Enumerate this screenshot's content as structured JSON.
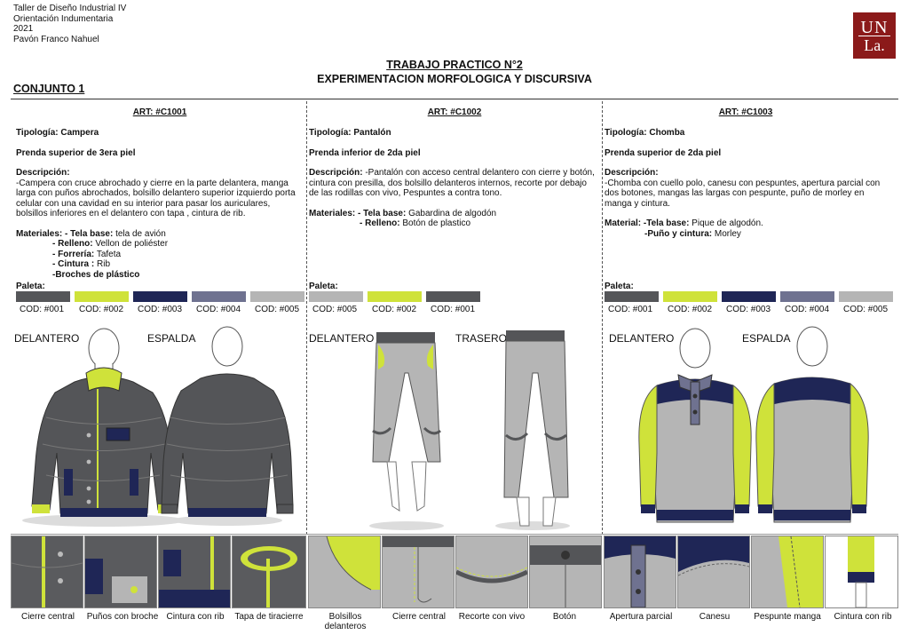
{
  "header": {
    "course": "Taller de Diseño Industrial IV",
    "orientation": "Orientación Indumentaria",
    "year": "2021",
    "student": "Pavón Franco Nahuel",
    "logo_top": "UN",
    "logo_bottom": "La."
  },
  "title": {
    "line1": "TRABAJO PRACTICO N°2",
    "line2": "EXPERIMENTACION MORFOLOGICA Y DISCURSIVA"
  },
  "section_label": "CONJUNTO 1",
  "colors": {
    "c001": "#555659",
    "c002": "#cfe23a",
    "c003": "#1f2656",
    "c004": "#6f7290",
    "c005": "#b5b5b5"
  },
  "articles": [
    {
      "art": "ART: #C1001",
      "tipologia_label": "Tipología: Campera",
      "prenda": "Prenda superior de 3era piel",
      "desc_label": "Descripción:",
      "desc": "-Campera con cruce abrochado y cierre en la parte delantera, manga larga con puños abrochados, bolsillo delantero superior izquierdo porta celular con una cavidad en su interior para pasar los auriculares, bolsillos inferiores en el delantero con tapa , cintura de rib.",
      "materials": [
        {
          "label": "Materiales: - Tela base:",
          "value": " tela de avión"
        },
        {
          "label": "- Relleno:",
          "value": " Vellon de poliéster"
        },
        {
          "label": "- Forrería:",
          "value": " Tafeta"
        },
        {
          "label": "- Cintura :",
          "value": " Rib"
        },
        {
          "label": "-Broches de plástico",
          "value": ""
        }
      ],
      "paleta": "Paleta:",
      "codes": [
        "COD: #001",
        "COD: #002",
        "COD: #003",
        "COD: #004",
        "COD: #005"
      ],
      "view_left": "DELANTERO",
      "view_right": "ESPALDA",
      "details": [
        "Cierre central",
        "Puños con broche",
        "Cintura con rib",
        "Tapa de tiracierre"
      ]
    },
    {
      "art": "ART: #C1002",
      "tipologia_label": "Tipología: Pantalón",
      "prenda": "Prenda inferior de 2da piel",
      "desc_label": "Descripción:",
      "desc": " -Pantalón con acceso central delantero con cierre y botón, cintura con presilla, dos bolsillo delanteros internos, recorte por debajo de las rodillas con vivo, Pespuntes a contra tono.",
      "materials": [
        {
          "label": "Materiales: - Tela base:",
          "value": " Gabardina de algodón"
        },
        {
          "label": "- Relleno:",
          "value": " Botón de plastico"
        }
      ],
      "paleta": "Paleta:",
      "codes": [
        "COD: #005",
        "COD: #002",
        "COD: #001"
      ],
      "view_left": "DELANTERO",
      "view_right": "TRASERO",
      "details": [
        "Bolsillos delanteros",
        "Cierre central",
        "Recorte con vivo",
        "Botón"
      ]
    },
    {
      "art": "ART: #C1003",
      "tipologia_label": "Tipología: Chomba",
      "prenda": "Prenda superior de 2da piel",
      "desc_label": "Descripción:",
      "desc": "-Chomba con cuello polo, canesu con pespuntes, apertura parcial con dos botones, mangas las largas con pespunte, puño de morley en manga y cintura.",
      "materials": [
        {
          "label": "Material: -Tela base:",
          "value": " Pique de algodón."
        },
        {
          "label": "-Puño y cintura:",
          "value": " Morley"
        }
      ],
      "paleta": "Paleta:",
      "codes": [
        "COD: #001",
        "COD: #002",
        "COD: #003",
        "COD: #004",
        "COD: #005"
      ],
      "view_left": "DELANTERO",
      "view_right": "ESPALDA",
      "details": [
        "Apertura parcial",
        "Canesu",
        "Pespunte manga",
        "Cintura con rib"
      ]
    }
  ]
}
